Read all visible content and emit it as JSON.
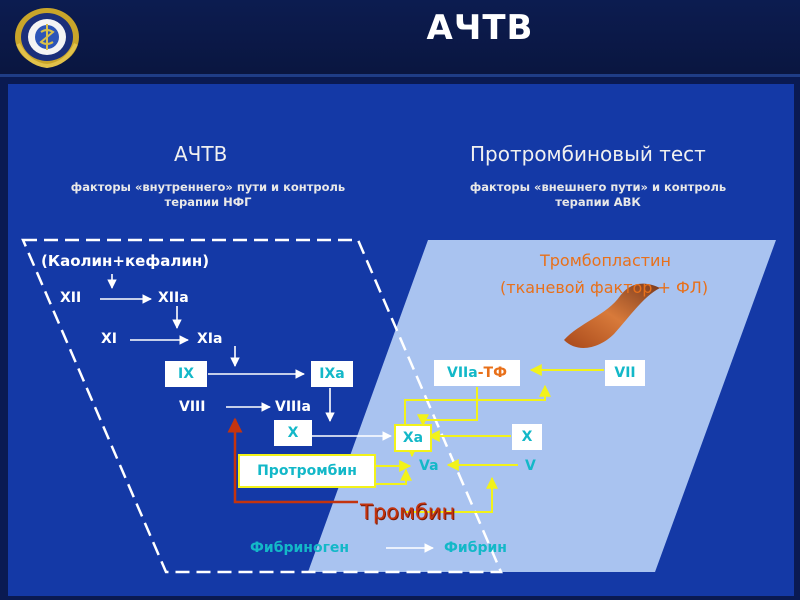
{
  "header": {
    "title": "АЧТВ"
  },
  "left_panel": {
    "title": "АЧТВ",
    "subtitle_line1": "факторы «внутреннего» пути и контроль",
    "subtitle_line2": "терапии НФГ",
    "activator": "(Каолин+кефалин)"
  },
  "right_panel": {
    "title": "Протромбиновый тест",
    "subtitle_line1": "факторы «внешнего пути» и контроль",
    "subtitle_line2": "терапии АВК",
    "activator_line1": "Тромбопластин",
    "activator_line2": "(тканевой фактор + ФЛ)"
  },
  "factors": {
    "xii": "XII",
    "xiia": "XIIa",
    "xi": "XI",
    "xia": "XIa",
    "ix": "IX",
    "ixa": "IXa",
    "viii": "VIII",
    "viiia": "VIIIa",
    "x_left": "X",
    "xa": "Xa",
    "x_right": "X",
    "viia": "VIIa",
    "tf": "-ТФ",
    "vii": "VII",
    "va": "Va",
    "v": "V",
    "prothrombin": "Протромбин",
    "thrombin": "Тромбин",
    "fibrinogen": "Фибриноген",
    "fibrin": "Фибрин"
  },
  "colors": {
    "background": "#1439a6",
    "right_panel": "#a9c3f0",
    "cyan_text": "#13b8c8",
    "yellow_arrows": "#f2f21a",
    "orange_text": "#e8701a",
    "thrombin_red": "#c4340e"
  }
}
